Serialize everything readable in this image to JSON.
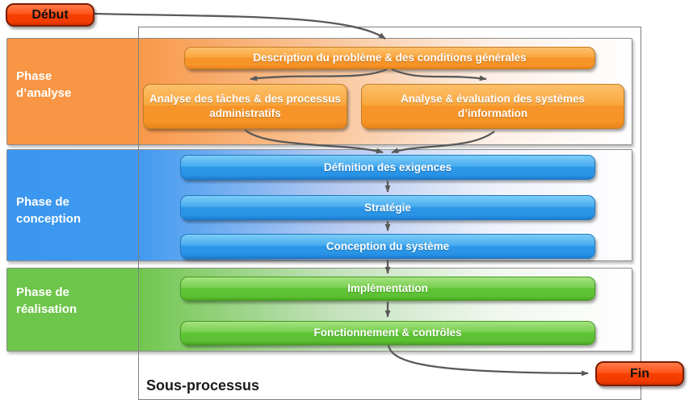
{
  "terminators": {
    "start_label": "Début",
    "end_label": "Fin"
  },
  "container": {
    "label": "Sous-processus"
  },
  "phases": [
    {
      "id": "analysis",
      "label": "Phase d’analyse",
      "color": "#f89646"
    },
    {
      "id": "design",
      "label": "Phase de conception",
      "color": "#3b97f0"
    },
    {
      "id": "realisation",
      "label": "Phase de réalisation",
      "color": "#6ec54b"
    }
  ],
  "steps": {
    "description": "Description du problème & des conditions générales",
    "tasks": "Analyse des tâches & des processus administratifs",
    "evaluation": "Analyse & évaluation des systèmes d’information",
    "requirements": "Définition des exigences",
    "strategy": "Stratégie",
    "system_design": "Conception du système",
    "implementation": "Implémentation",
    "operation": "Fonctionnement & contrôles"
  },
  "flow": [
    {
      "from": "Début",
      "to": "Description du problème & des conditions générales"
    },
    {
      "from": "Description du problème & des conditions générales",
      "to": "Analyse des tâches & des processus administratifs"
    },
    {
      "from": "Description du problème & des conditions générales",
      "to": "Analyse & évaluation des systèmes d’information"
    },
    {
      "from": "Analyse des tâches & des processus administratifs",
      "to": "Définition des exigences"
    },
    {
      "from": "Analyse & évaluation des systèmes d’information",
      "to": "Définition des exigences"
    },
    {
      "from": "Définition des exigences",
      "to": "Stratégie"
    },
    {
      "from": "Stratégie",
      "to": "Conception du système"
    },
    {
      "from": "Conception du système",
      "to": "Implémentation"
    },
    {
      "from": "Implémentation",
      "to": "Fonctionnement & contrôles"
    },
    {
      "from": "Fonctionnement & contrôles",
      "to": "Fin"
    }
  ],
  "colors": {
    "step_orange": "#f79428",
    "step_blue": "#2e97e8",
    "step_green": "#5fc436",
    "terminator_red": "#f23c00",
    "arrow_gray": "#595959",
    "band_border": "#8c8c8c"
  }
}
